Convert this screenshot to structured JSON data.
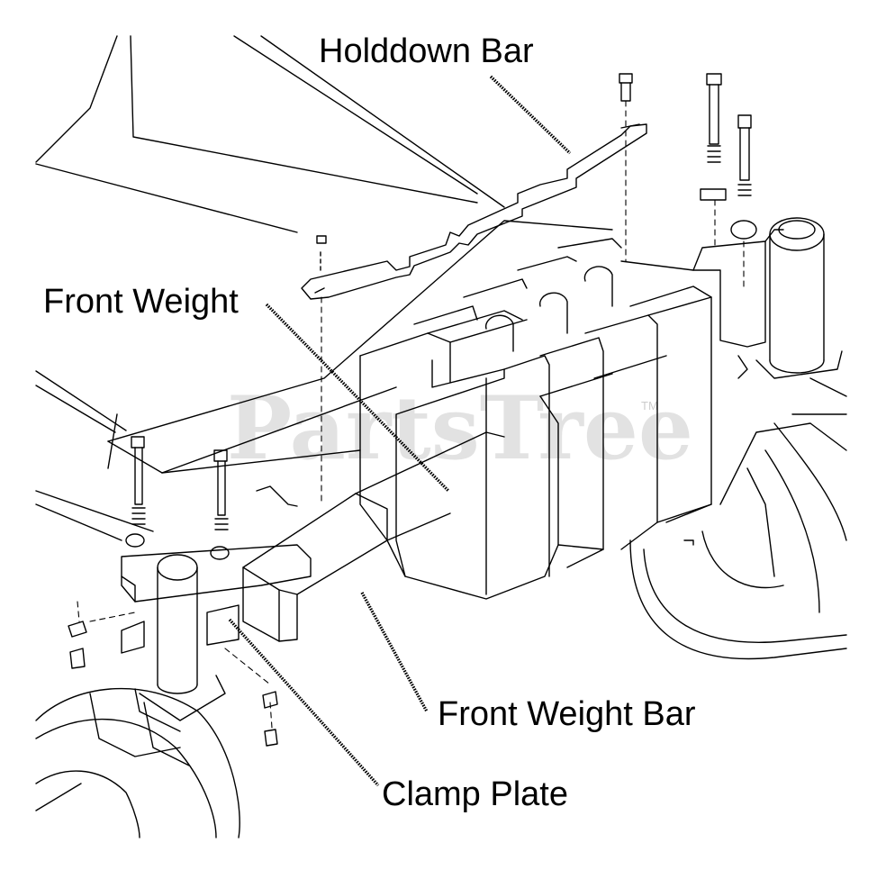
{
  "labels": {
    "holddown_bar": "Holddown Bar",
    "front_weight": "Front Weight",
    "front_weight_bar": "Front Weight Bar",
    "clamp_plate": "Clamp Plate"
  },
  "watermark": {
    "text": "PartsTree",
    "trademark": "TM"
  },
  "colors": {
    "line": "#000000",
    "background": "#ffffff"
  }
}
